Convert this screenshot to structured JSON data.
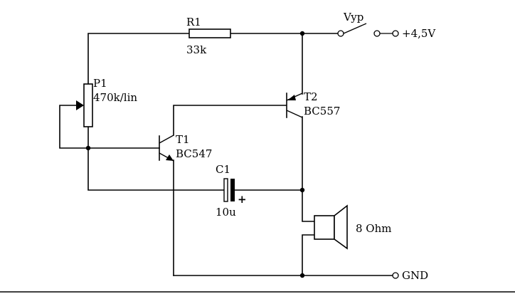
{
  "schematic": {
    "labels": {
      "r1_ref": "R1",
      "r1_val": "33k",
      "p1_ref": "P1",
      "p1_val": "470k/lin",
      "t1_ref": "T1",
      "t1_type": "BC547",
      "t2_ref": "T2",
      "t2_type": "BC557",
      "c1_ref": "C1",
      "c1_val": "10u",
      "c1_polarity": "+",
      "switch_label": "Vyp",
      "supply_label": "+4,5V",
      "speaker_label": "8 Ohm",
      "ground_label": "GND"
    },
    "colors": {
      "ink": "#000000",
      "paper": "#ffffff"
    }
  }
}
